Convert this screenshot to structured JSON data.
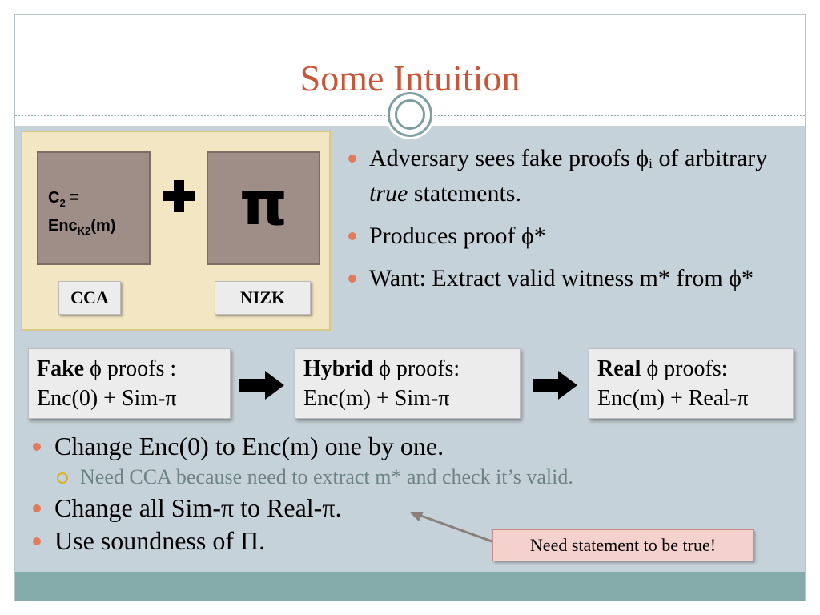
{
  "slide": {
    "title": "Some Intuition"
  },
  "diagram": {
    "left_box_line1": "C",
    "left_box_sub1": "2",
    "left_box_eq": " =",
    "left_box_line2": "Enc",
    "left_box_sub2": "K2",
    "left_box_arg": "(m)",
    "right_box_symbol": "π",
    "cca_label": "CCA",
    "nizk_label": "NIZK"
  },
  "bullets": {
    "b1_pre": "Adversary sees fake proofs ϕ",
    "b1_sub": "i",
    "b1_post": " of arbitrary ",
    "b1_italic": "true",
    "b1_end": " statements.",
    "b2": "Produces proof ϕ*",
    "b3": "Want:  Extract valid witness m* from ϕ*"
  },
  "proof_boxes": {
    "fake_bold": "Fake",
    "fake_rest": " ϕ proofs :",
    "fake_line2": "Enc(0) + Sim-π",
    "hybrid_bold": "Hybrid",
    "hybrid_rest": " ϕ proofs:",
    "hybrid_line2": "Enc(m) + Sim-π",
    "real_bold": "Real",
    "real_rest": " ϕ proofs:",
    "real_line2": "Enc(m) + Real-π"
  },
  "bottom_list": {
    "item1": "Change Enc(0) to Enc(m) one by one.",
    "item1_sub": "Need CCA because need to extract m* and check it’s valid.",
    "item2": "Change all Sim-π to Real-π.",
    "item3": "Use soundness of Π."
  },
  "callout": {
    "text": "Need statement to be true!"
  },
  "colors": {
    "title": "#c8563a",
    "body_bg": "#c6d2d9",
    "footer": "#84aaaa",
    "bullet": "#e07b5d",
    "sub_text": "#6e8484",
    "sub_bullet": "#d8b220",
    "callout_bg": "#f5d1cd"
  }
}
